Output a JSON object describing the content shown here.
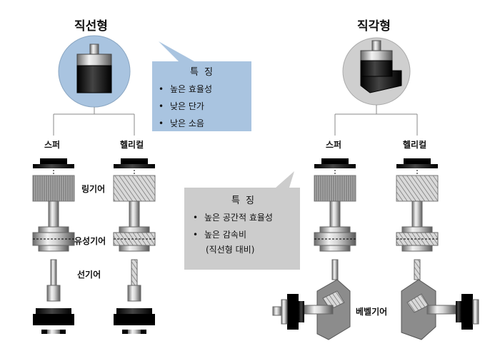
{
  "left": {
    "title": "직선형",
    "columns": [
      "스퍼",
      "헬리컬"
    ]
  },
  "right": {
    "title": "직각형",
    "columns": [
      "스퍼",
      "헬리컬"
    ]
  },
  "parts": {
    "ring_gear": "링기어",
    "planetary_gear": "유성기어",
    "sun_gear": "선기어",
    "bevel_gear": "베벨기어"
  },
  "callout_inline": {
    "title": "특 징",
    "items": [
      "높은 효율성",
      "낮은 단가",
      "낮은 소음"
    ]
  },
  "callout_right_angle": {
    "title": "특 징",
    "items": [
      "높은 공간적 효율성",
      "높은 감속비"
    ],
    "note": "(직선형 대비)"
  },
  "colors": {
    "inline_circle": "#a9c4e0",
    "right_circle": "#cfcfcf",
    "callout_blue": "#a9c4e0",
    "callout_gray": "#cccccc"
  }
}
